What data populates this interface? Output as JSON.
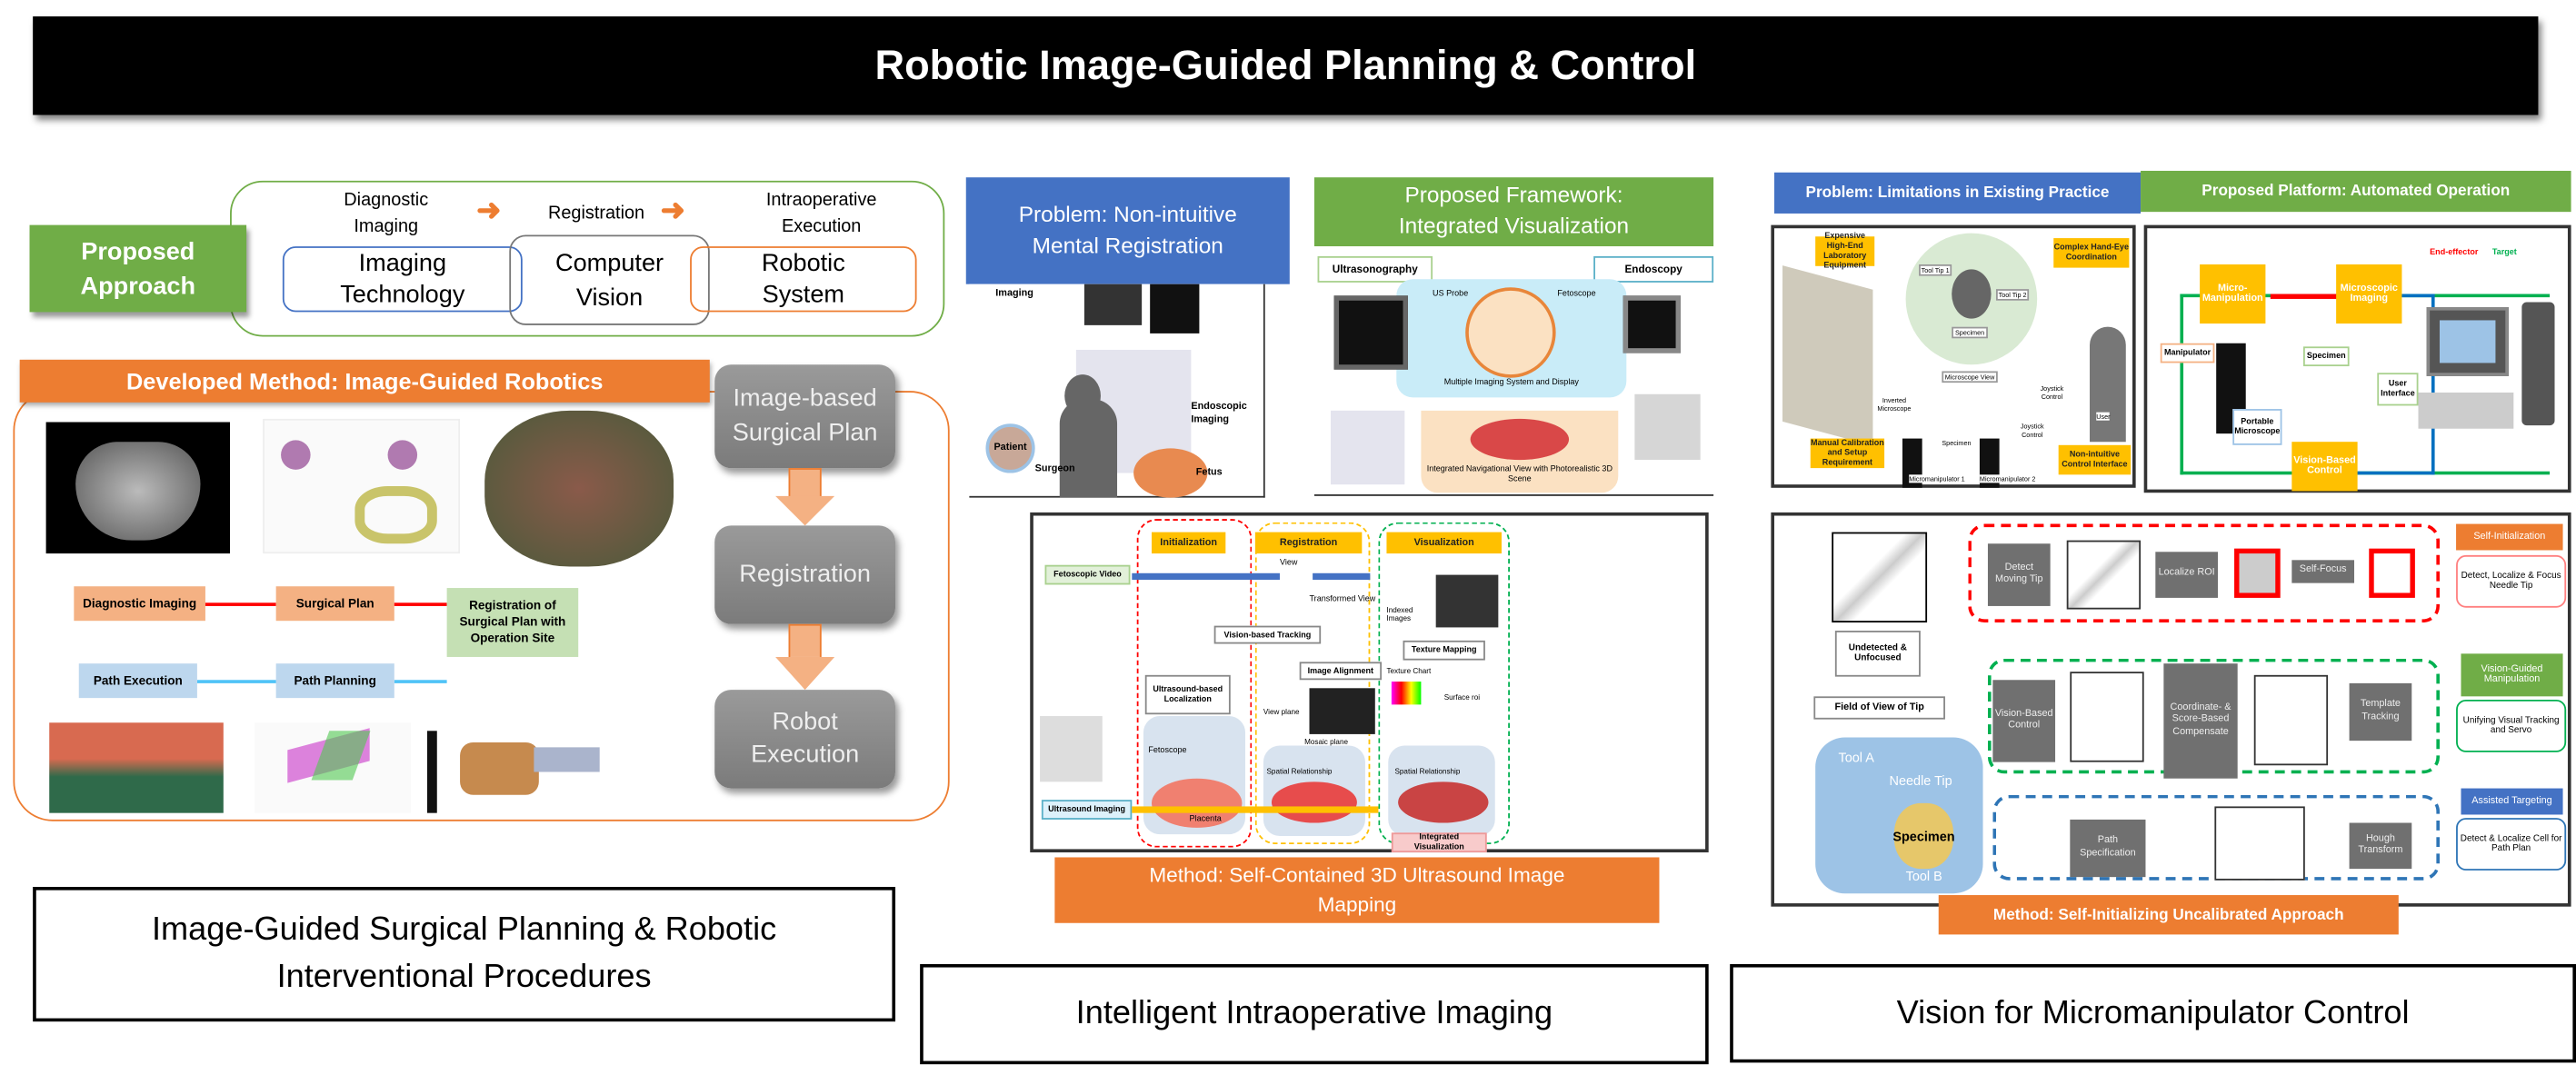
{
  "title": "Robotic Image-Guided Planning & Control",
  "left": {
    "proposed_label": "Proposed Approach",
    "stages": [
      "Diagnostic Imaging",
      "Registration",
      "Intraoperative Execution"
    ],
    "domains": [
      "Imaging Technology",
      "Computer Vision",
      "Robotic System"
    ],
    "method_header": "Developed Method: Image-Guided Robotics",
    "pipeline": [
      "Image-based Surgical Plan",
      "Registration",
      "Robot Execution"
    ],
    "flow": {
      "diagnostic_imaging": "Diagnostic Imaging",
      "surgical_plan": "Surgical Plan",
      "registration": "Registration of Surgical Plan with Operation Site",
      "path_planning": "Path Planning",
      "path_execution": "Path Execution"
    },
    "caption": "Image-Guided Surgical Planning & Robotic Interventional Procedures"
  },
  "middle": {
    "problem_header": "Problem: Non-intuitive Mental Registration",
    "problem_labels": {
      "imaging": "Imaging",
      "patient": "Patient",
      "surgeon": "Surgeon",
      "endoscopic": "Endoscopic Imaging",
      "fetus": "Fetus"
    },
    "framework_header": "Proposed Framework: Integrated Visualization",
    "framework_labels": {
      "ultrasonography": "Ultrasonography",
      "endoscopy": "Endoscopy",
      "us_probe": "US Probe",
      "fetoscope": "Fetoscope",
      "multiple": "Multiple Imaging System and Display",
      "integrated": "Integrated Navigational View with Photorealistic 3D Scene"
    },
    "method_stages": [
      "Initialization",
      "Registration",
      "Visualization"
    ],
    "method_labels": {
      "fetoscopic_video": "Fetoscopic Video",
      "ultrasound_imaging": "Ultrasound Imaging",
      "us_localization": "Ultrasound-based Localization",
      "fetoscope": "Fetoscope",
      "placenta": "Placenta",
      "view": "View",
      "transformed_view": "Transformed View",
      "vision_tracking": "Vision-based Tracking",
      "image_alignment": "Image Alignment",
      "view_plane": "View plane",
      "mosaic_plane": "Mosaic plane",
      "spatial_rel_1": "Spatial Relationship",
      "indexed_images": "Indexed Images",
      "texture_mapping": "Texture Mapping",
      "texture_chart": "Texture Chart",
      "surface_roi": "Surface roi",
      "spatial_rel_2": "Spatial Relationship",
      "integrated_vis": "Integrated Visualization"
    },
    "method_header": "Method: Self-Contained 3D Ultrasound Image Mapping",
    "caption": "Intelligent Intraoperative Imaging"
  },
  "right": {
    "problem_header": "Problem: Limitations in Existing Practice",
    "problem_callouts": [
      "Expensive High-End Laboratory Equipment",
      "Complex Hand-Eye Coordination",
      "Manual Calibration and Setup Requirement",
      "Non-intuitive Control Interface"
    ],
    "problem_labels": {
      "tool1": "Tool Tip 1",
      "tool2": "Tool Tip 2",
      "specimen": "Specimen",
      "microscope_view": "Microscope View",
      "inverted": "Inverted Microscope",
      "joystick1": "Joystick Control",
      "joystick2": "Joystick Control",
      "user": "User",
      "specimen2": "Specimen",
      "mm1": "Micromanipulator 1",
      "mm2": "Micromanipulator 2"
    },
    "platform_header": "Proposed Platform: Automated Operation",
    "platform_labels": {
      "micro_manipulation": "Micro-Manipulation",
      "microscopic_imaging": "Microscopic Imaging",
      "end_effector": "End-effector",
      "target": "Target",
      "manipulator": "Manipulator",
      "specimen": "Specimen",
      "user_interface": "User Interface",
      "portable_microscope": "Portable Microscope",
      "vision_control": "Vision-Based Control"
    },
    "method": {
      "detect_tip": "Detect Moving Tip",
      "localize_roi": "Localize ROI",
      "self_focus": "Self-Focus",
      "undetected": "Undetected & Unfocused",
      "fov": "Field of View of Tip",
      "tool_a": "Tool A",
      "needle_tip": "Needle Tip",
      "specimen": "Specimen",
      "tool_b": "Tool B",
      "vision_control": "Vision-Based Control",
      "compensate": "Coordinate- & Score-Based Compensate",
      "template_tracking": "Template Tracking",
      "path_spec": "Path Specification",
      "hough": "Hough Transform",
      "self_init": "Self-Initialization",
      "self_init_desc": "Detect, Localize & Focus Needle Tip",
      "vgm": "Vision-Guided Manipulation",
      "vgm_desc": "Unifying Visual Tracking and Servo",
      "assisted": "Assisted Targeting",
      "assisted_desc": "Detect & Localize Cell for Path Plan"
    },
    "method_header": "Method: Self-Initializing Uncalibrated Approach",
    "caption": "Vision for Micromanipulator Control"
  },
  "colors": {
    "blue": "#4472c4",
    "green": "#70ad47",
    "orange": "#ed7d31",
    "gray": "#7f7f7f",
    "yellow": "#ffc000"
  }
}
